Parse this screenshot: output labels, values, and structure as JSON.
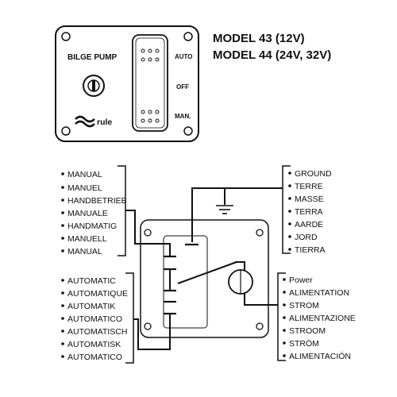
{
  "title_lines": [
    "MODEL 43 (12V)",
    "MODEL 44 (24V, 32V)"
  ],
  "panel": {
    "label": "BILGE PUMP",
    "brand": "rule",
    "switch_positions": [
      "AUTO",
      "OFF",
      "MAN."
    ]
  },
  "manual_labels": [
    "MANUAL",
    "MANUEL",
    "HANDBETRIEB",
    "MANUALE",
    "HANDMATIG",
    "MANUELL",
    "MANUAL"
  ],
  "automatic_labels": [
    "AUTOMATIC",
    "AUTOMATIQUE",
    "AUTOMATIK",
    "AUTOMATICO",
    "AUTOMATISCH",
    "AUTOMATISK",
    "AUTOMATICO"
  ],
  "ground_labels": [
    "GROUND",
    "TERRE",
    "MASSE",
    "TERRA",
    "AARDE",
    "JORD",
    "TIERRA"
  ],
  "power_labels": [
    "Power",
    "ALIMENTATION",
    "STROM",
    "ALIMENTAZIONE",
    "STROOM",
    "STRÖM",
    "ALIMENTACIÓN"
  ],
  "colors": {
    "ink": "#111111",
    "background": "#ffffff"
  }
}
